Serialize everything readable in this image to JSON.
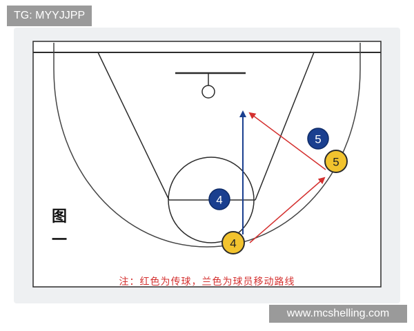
{
  "watermark_top": "TG: MYYJJPP",
  "watermark_bottom": "www.mcshelling.com",
  "figure_label": "图一",
  "note": "注：红色为传球，兰色为球员移动路线",
  "players": {
    "blue": {
      "label": "4",
      "color": "#1a3f8f"
    },
    "blue_5": {
      "label": "5",
      "color": "#1a3f8f"
    },
    "yellow_4": {
      "label": "4",
      "color": "#f2c32e"
    },
    "yellow_5": {
      "label": "5",
      "color": "#f2c32e"
    }
  },
  "colors": {
    "pass_line": "#d4302f",
    "move_line": "#1a3f8f",
    "court_line": "#2b2b2b"
  }
}
